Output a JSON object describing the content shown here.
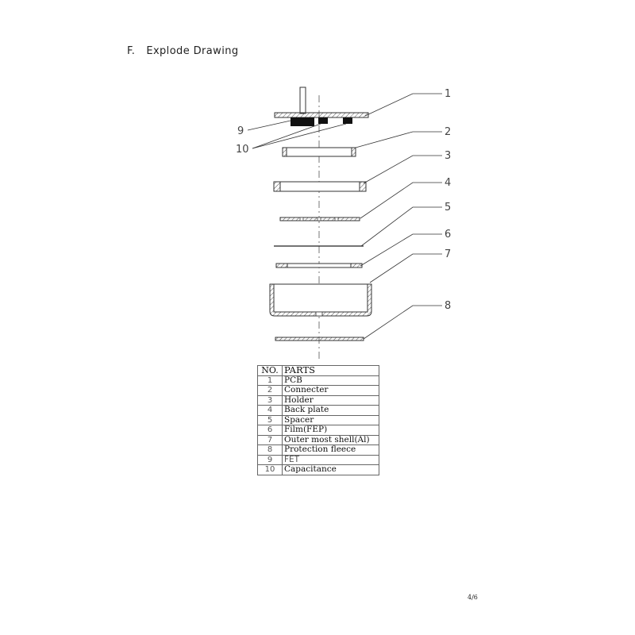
{
  "heading": {
    "letter": "F.",
    "title": "Explode Drawing"
  },
  "callouts": [
    "1",
    "2",
    "3",
    "4",
    "5",
    "6",
    "7",
    "8",
    "9",
    "10"
  ],
  "table": {
    "headers": [
      "NO.",
      "PARTS"
    ],
    "rows": [
      {
        "no": "1",
        "part": "PCB"
      },
      {
        "no": "2",
        "part": "Connecter"
      },
      {
        "no": "3",
        "part": "Holder"
      },
      {
        "no": "4",
        "part": "Back plate"
      },
      {
        "no": "5",
        "part": "Spacer"
      },
      {
        "no": "6",
        "part": "Film(FEP)"
      },
      {
        "no": "7",
        "part": "Outer most shell(Al)"
      },
      {
        "no": "8",
        "part": "Protection fleece"
      },
      {
        "no": "9",
        "part": "FET"
      },
      {
        "no": "10",
        "part": "Capacitance"
      }
    ]
  },
  "page_number": "4/6"
}
